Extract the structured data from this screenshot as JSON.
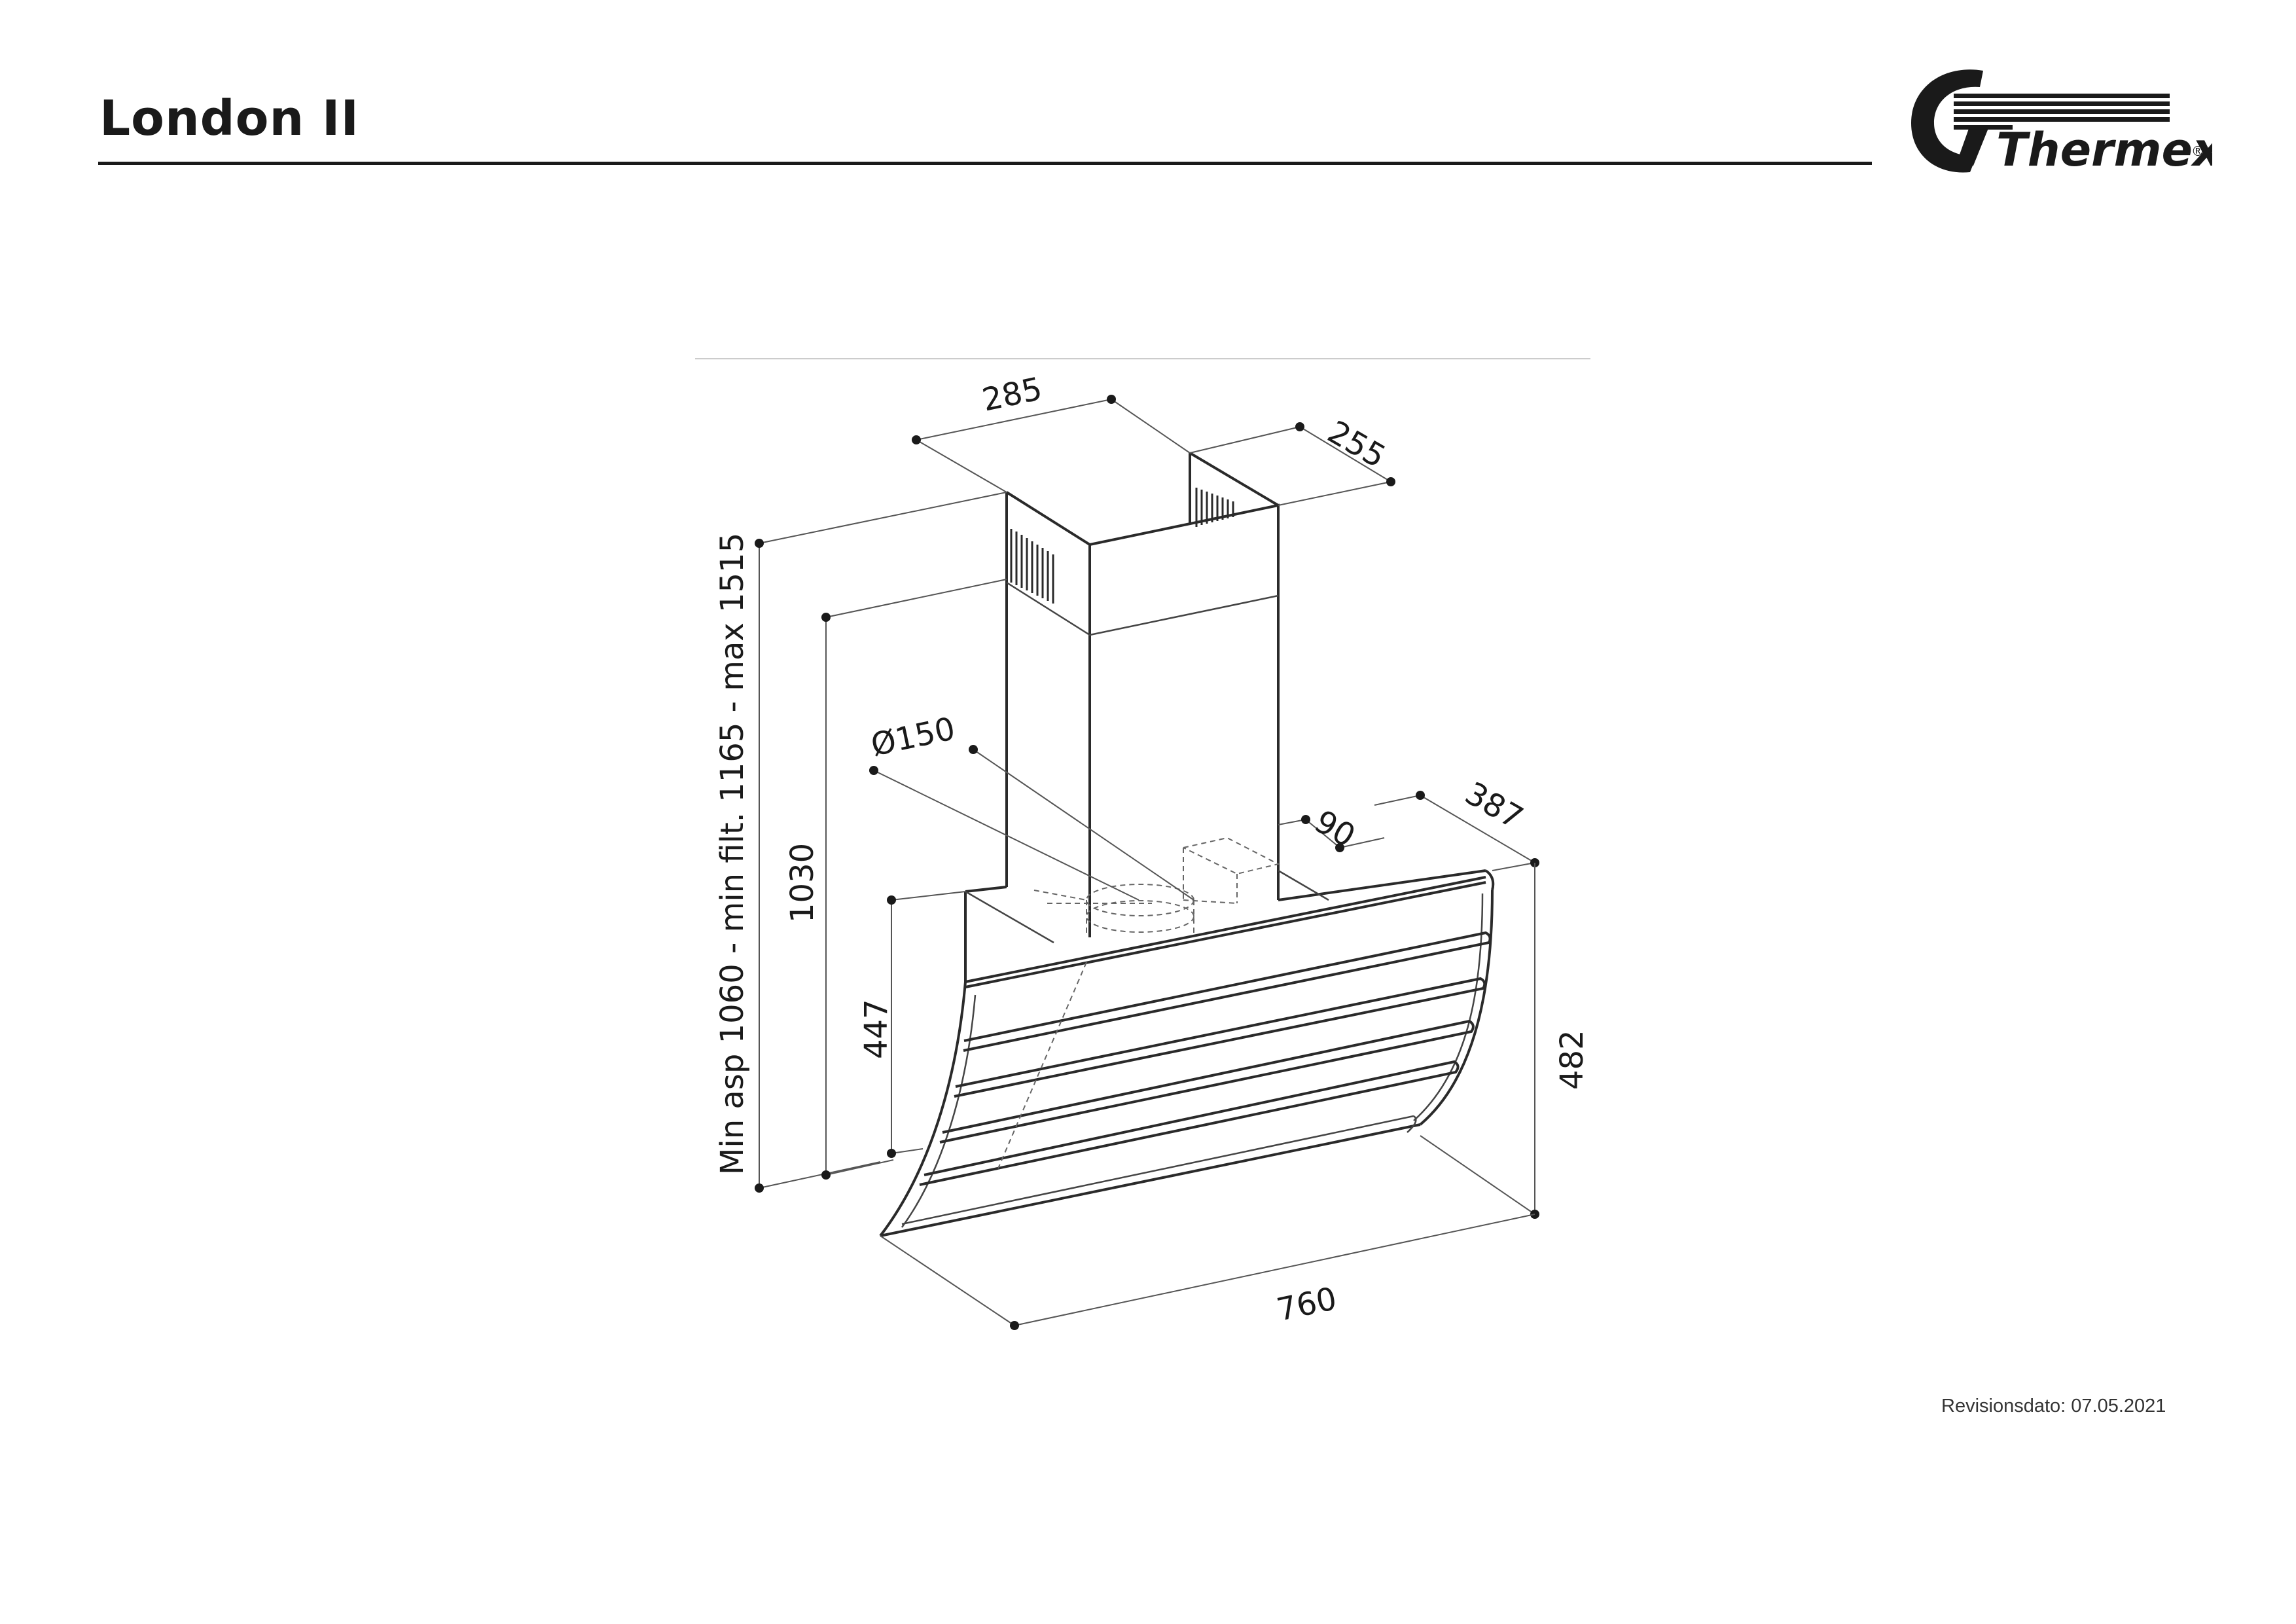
{
  "header": {
    "title": "London II"
  },
  "logo": {
    "text": "Thermex",
    "registered_mark": "®"
  },
  "dimensions": {
    "chimney_width": "285",
    "chimney_depth": "255",
    "duct_diameter": "Ø150",
    "duct_offset": "90",
    "hood_depth": "387",
    "total_height_range": "Min asp 1060 - min filt. 1165 - max 1515",
    "chimney_height": "1030",
    "lower_chimney": "447",
    "hood_height": "482",
    "hood_width": "760"
  },
  "footer": {
    "revision": "Revisionsdato: 07.05.2021"
  },
  "colors": {
    "line": "#2a2a2a",
    "text": "#1a1a1a"
  }
}
